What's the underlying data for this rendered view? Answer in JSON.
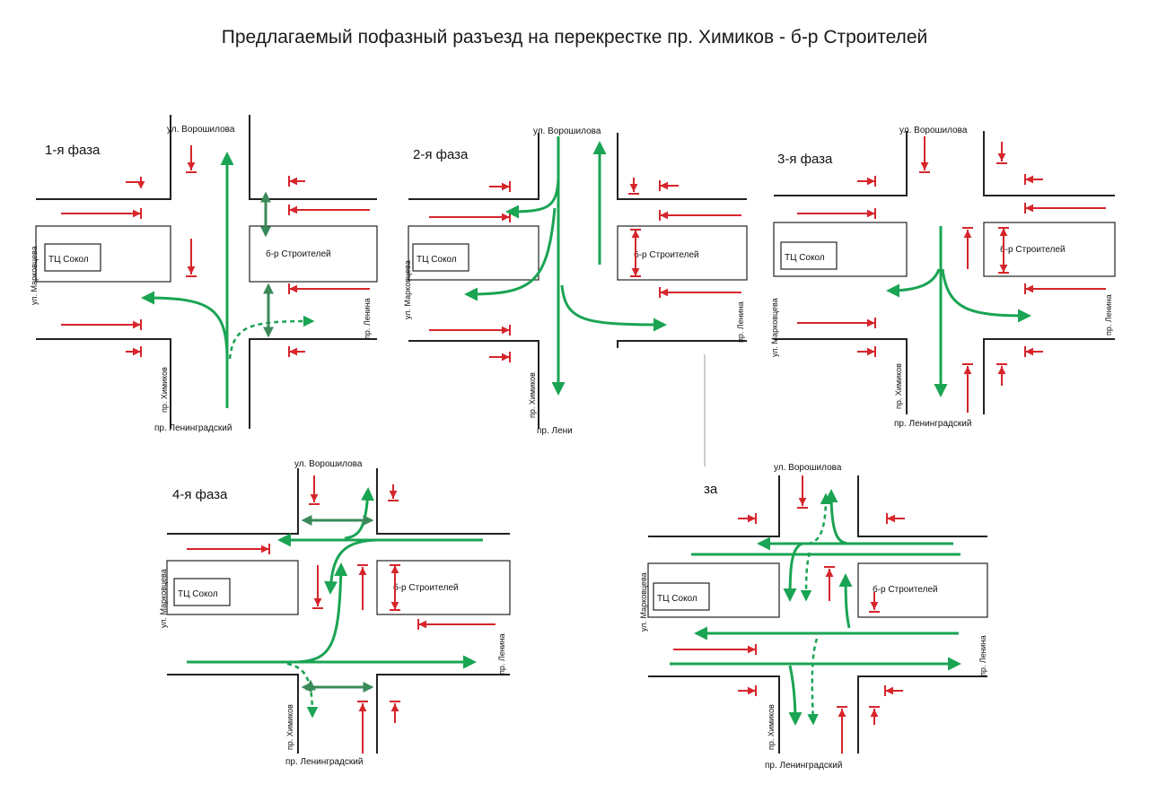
{
  "title": "Предлагаемый пофазный разъезд на перекрестке пр. Химиков - б-р Строителей",
  "phases": [
    {
      "label": "1-я фаза",
      "north": "ул. Ворошилова",
      "south": "пр. Ленинградский",
      "west": "ул. Марковцева",
      "east_right": "пр. Ленина",
      "east_street": "б-р Строителей",
      "mall": "ТЦ Сокол",
      "south_left": "пр. Химиков"
    },
    {
      "label": "2-я фаза",
      "north": "ул. Ворошилова",
      "south": "пр. Лени",
      "west": "ул. Марковцева",
      "east_right": "пр. Ленина",
      "east_street": "б-р Строителей",
      "mall": "ТЦ Сокол",
      "south_left": "пр. Химиков"
    },
    {
      "label": "3-я фаза",
      "north": "ул. Ворошилова",
      "south": "пр. Ленинградский",
      "west": "ул. Марковцева",
      "east_right": "пр. Ленина",
      "east_street": "б-р Строителей",
      "mall": "ТЦ Сокол",
      "south_left": "пр. Химиков"
    },
    {
      "label": "4-я фаза",
      "north": "ул. Ворошилова",
      "south": "пр. Ленинградский",
      "west": "ул. Марковцева",
      "east_right": "пр. Ленина",
      "east_street": "б-р Строителей",
      "mall": "ТЦ Сокол",
      "south_left": "пр. Химиков"
    },
    {
      "label": "за",
      "north": "ул. Ворошилова",
      "south": "пр. Ленинградский",
      "west": "ул. Марковцева",
      "east_right": "пр. Ленина",
      "east_street": "б-р Строителей",
      "mall": "ТЦ Сокол",
      "south_left": "пр. Химиков"
    }
  ],
  "colors": {
    "stop": "#d6252b",
    "go": "#1aa453",
    "pedestrian": "#3a8a5a"
  }
}
